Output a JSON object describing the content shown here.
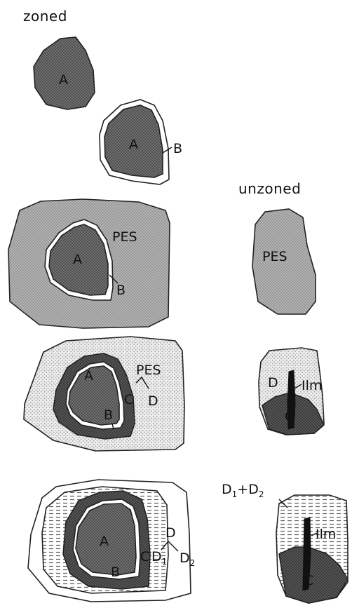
{
  "headings": {
    "zoned": "zoned",
    "unzoned": "unzoned"
  },
  "labels": {
    "A": "A",
    "B": "B",
    "C": "C",
    "D": "D",
    "PES": "PES",
    "Ilm": "Ilm",
    "D1": "D",
    "D2": "D",
    "sub1": "1",
    "sub2": "2",
    "plus": "+"
  },
  "colors": {
    "dark_fill": "#6a6a6a",
    "darker_band": "#4e4e4e",
    "medium_fill": "#a8a8a8",
    "light_fill": "#dcdcdc",
    "rim": "#ffffff",
    "hatch": "#555555",
    "ink": "#111111"
  }
}
